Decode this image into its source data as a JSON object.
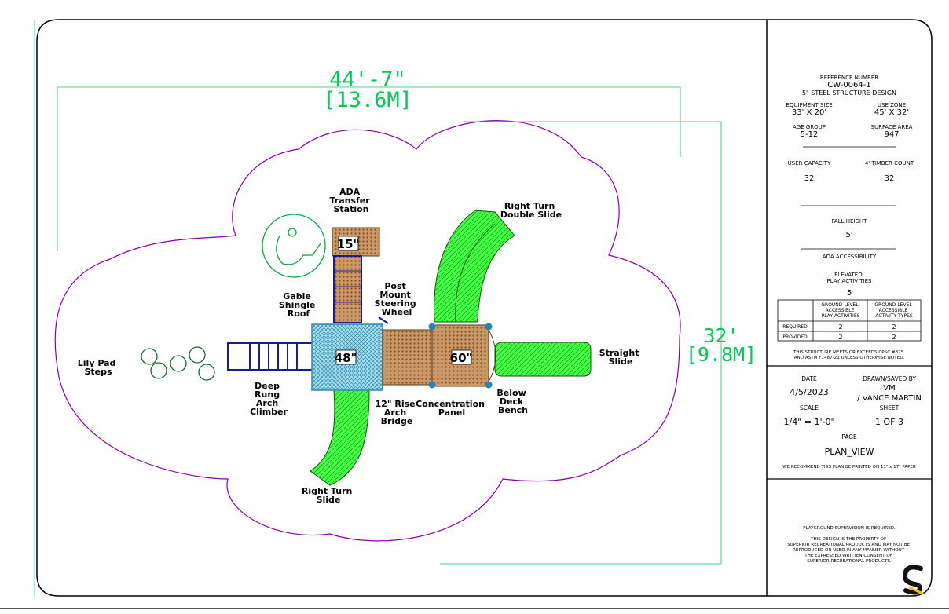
{
  "dimensions": {
    "width_ft": "44'-7\"",
    "width_m": "[13.6M]",
    "depth_ft": "32'",
    "depth_m": "[9.8M]"
  },
  "labels": {
    "ada_transfer": [
      "ADA",
      "Transfer",
      "Station"
    ],
    "right_turn_double": [
      "Right Turn",
      "Double Slide"
    ],
    "post_mount": [
      "Post",
      "Mount",
      "Steering",
      "Wheel"
    ],
    "gable": [
      "Gable",
      "Shingle",
      "Roof"
    ],
    "lily_pad": [
      "Lily Pad",
      "Steps"
    ],
    "straight_slide": [
      "Straight",
      "Slide"
    ],
    "deep_rung": [
      "Deep",
      "Rung",
      "Arch",
      "Climber"
    ],
    "rise_bridge": [
      "12\" Rise",
      "Arch",
      "Bridge"
    ],
    "concentration": [
      "Concentration",
      "Panel"
    ],
    "below_deck": [
      "Below",
      "Deck",
      "Bench"
    ],
    "right_turn_slide": [
      "Right Turn",
      "Slide"
    ]
  },
  "decks": {
    "deck_15": "15\"",
    "deck_48": "48\"",
    "deck_60": "60\""
  },
  "title_block": {
    "ref_label": "REFERENCE NUMBER",
    "ref_number": "CW-0064-1",
    "design": "5\" STEEL STRUCTURE DESIGN",
    "equip_size_label": "EQUIPMENT SIZE",
    "equip_size": "33' X 20'",
    "use_zone_label": "USE ZONE",
    "use_zone": "45' X 32'",
    "age_group_label": "AGE GROUP",
    "age_group": "5-12",
    "surface_area_label": "SURFACE AREA",
    "surface_area": "947",
    "user_capacity_label": "USER CAPACITY",
    "user_capacity": "32",
    "timber_label": "4' TIMBER COUNT",
    "timber_count": "32",
    "fall_height_label": "FALL HEIGHT",
    "fall_height": "5'",
    "ada_label": "ADA ACCESSIBILITY",
    "elevated_label": [
      "ELEVATED",
      "PLAY ACTIVITIES"
    ],
    "elevated_count": "5",
    "table": {
      "col1": [
        "GROUND LEVEL",
        "ACCESSIBLE",
        "PLAY ACTIVITIES"
      ],
      "col2": [
        "GROUND LEVEL",
        "ACCESSIBLE",
        "ACTIVITY TYPES"
      ],
      "rows": [
        {
          "label": "REQUIRED",
          "v1": "2",
          "v2": "2"
        },
        {
          "label": "PROVIDED",
          "v1": "2",
          "v2": "2"
        }
      ]
    },
    "compliance": [
      "THIS STRUCTURE MEETS OR EXCEEDS CPSC #325",
      "AND ASTM F1487-21 UNLESS OTHERWISE NOTED."
    ],
    "date_label": "DATE",
    "date": "4/5/2023",
    "drawn_label": "DRAWN/SAVED BY",
    "drawn_initials": "VM",
    "drawn_name": "/ VANCE.MARTIN",
    "scale_label": "SCALE",
    "scale": "1/4\" = 1'-0\"",
    "sheet_label": "SHEET",
    "sheet": "1 OF 3",
    "page_label": "PAGE",
    "page": "PLAN_VIEW",
    "recommend": "WE RECOMMEND THIS PLAN BE PRINTED ON 11\" x 17\" PAPER",
    "supervision": "PLAYGROUND SUPERVISION IS REQUIRED.",
    "property": [
      "THIS DESIGN IS THE PROPERTY OF",
      "SUPERIOR RECREATIONAL PRODUCTS AND MAY NOT BE",
      "REPRODUCED OR USED IN ANY MANNER WITHOUT",
      "THE EXPRESSED WRITTEN CONSENT OF",
      "SUPERIOR RECREATIONAL PRODUCTS."
    ]
  },
  "colors": {
    "slide": "#33ff33",
    "deck_blue": "#99ddee",
    "deck_tan": "#cc9966",
    "climber": "#1a1a99",
    "zone": "#8800aa",
    "dimension": "#00cc55",
    "lily": "#1a6633"
  }
}
